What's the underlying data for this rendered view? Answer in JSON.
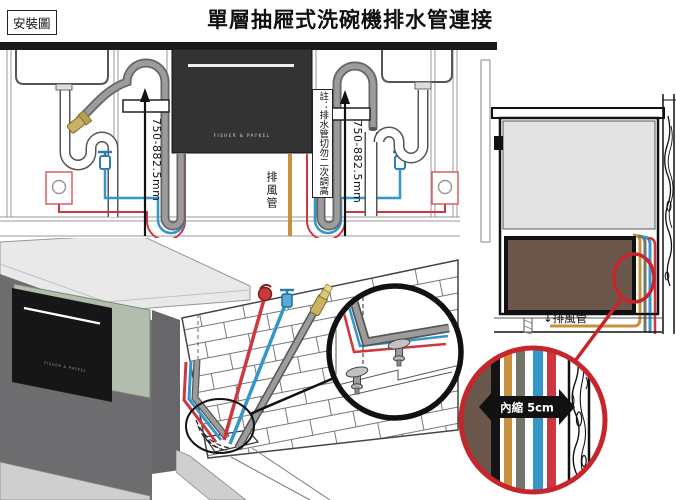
{
  "header": {
    "tag_label": "安裝圖",
    "title": "單層抽屜式洗碗機排水管連接"
  },
  "brand": "FISHER & PAYKEL",
  "top_diagram": {
    "height_label_left": "750-882.5mm",
    "height_label_right": "750-882.5mm",
    "note_label": "註：排水管切勿二次調高",
    "exhaust_label": "排風管"
  },
  "side_view": {
    "exhaust_label": "↓排風管"
  },
  "detail": {
    "inset_label": "內縮 5cm"
  },
  "colors": {
    "highlight_red": "#c5262c",
    "power_line": "#cd3740",
    "water_line": "#3596c8",
    "drain_hose": "#9c9c9c",
    "exhaust_line": "#c8913f",
    "cabinet_brown": "#6a564a",
    "stripe_olive": "#72756a",
    "appliance_dark": "#333333",
    "panel_green": "#b3bdae",
    "counter_gray": "#e3e3e3"
  }
}
